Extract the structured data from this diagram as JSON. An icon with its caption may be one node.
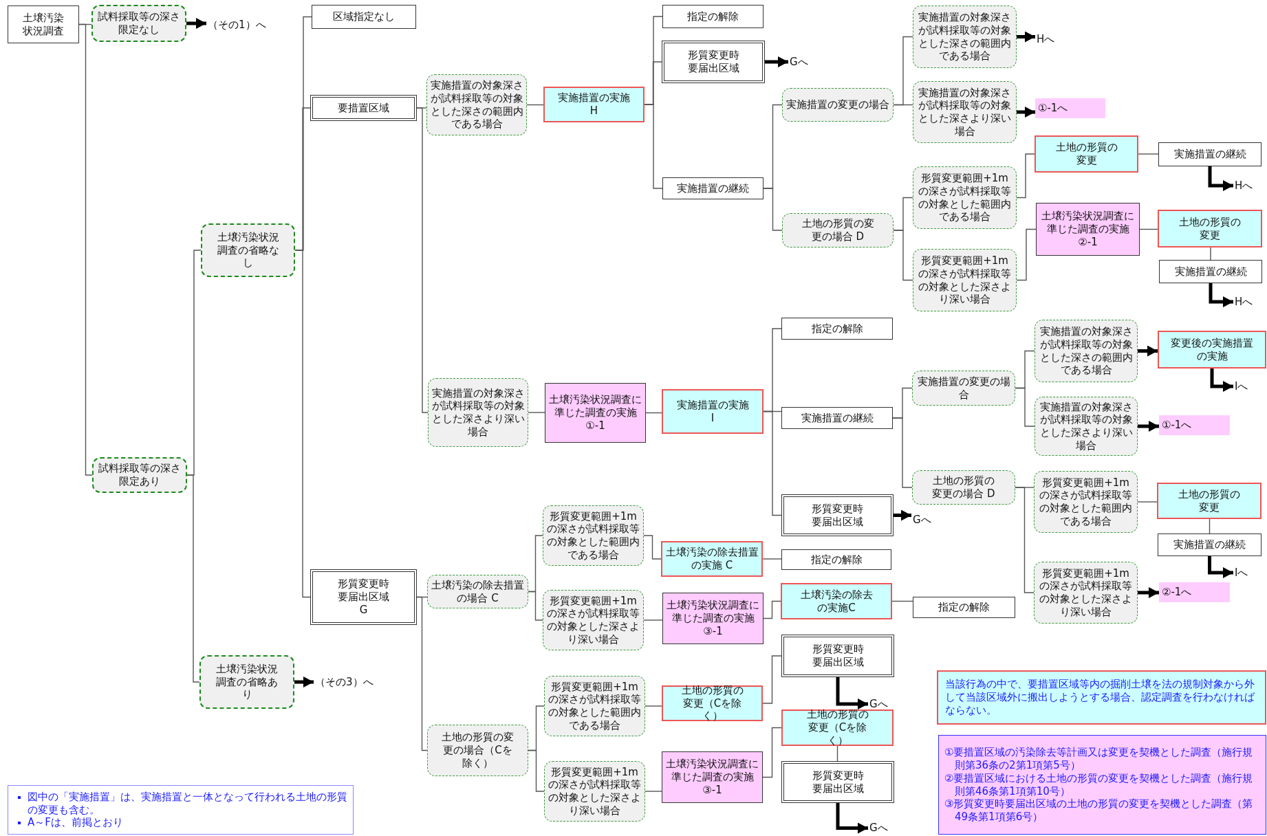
{
  "diagram": {
    "nodes": [
      {
        "text": [
          "土壌汚染状況調査"
        ]
      },
      {
        "text": [
          "試料採取等の深さ限定なし"
        ]
      },
      {
        "text": [
          "（その1）へ"
        ]
      },
      {
        "text": [
          "試料採取等の深さ限定あり"
        ]
      },
      {
        "text": [
          "土壌汚染状況調査の省略なし"
        ]
      },
      {
        "text": [
          "土壌汚染状況調査の省略あり"
        ]
      },
      {
        "text": [
          "（その3）へ"
        ]
      },
      {
        "text": [
          "区域指定なし"
        ]
      },
      {
        "text": [
          "要措置区域"
        ]
      },
      {
        "text": [
          "形質変更時要届出区域 G"
        ]
      },
      {
        "text": [
          "実施措置の対象深さが試料採取等の対象とした深さの範囲内である場合"
        ]
      },
      {
        "text": [
          "実施措置の対象深さが試料採取等の対象とした深さより深い場合"
        ]
      },
      {
        "text": [
          "実施措置の実施 H"
        ]
      },
      {
        "text": [
          "土壌汚染状況調査に準じた調査の実施 ①-1"
        ]
      },
      {
        "text": [
          "実施措置の実施 I"
        ]
      },
      {
        "text": [
          "指定の解除"
        ]
      },
      {
        "text": [
          "形質変更時要届出区域"
        ]
      },
      {
        "text": [
          "実施措置の継続"
        ]
      },
      {
        "text": [
          "実施措置の変更の場合"
        ]
      },
      {
        "text": [
          "土地の形質の変更の場合 D"
        ]
      },
      {
        "text": [
          "実施措置の対象深さが試料採取等の対象とした深さの範囲内である場合"
        ]
      },
      {
        "text": [
          "実施措置の対象深さが試料採取等の対象とした深さより深い場合"
        ]
      },
      {
        "text": [
          "Hへ"
        ]
      },
      {
        "text": [
          "①-1へ"
        ]
      },
      {
        "text": [
          "形質変更範囲+1mの深さが試料採取等の対象とした範囲内である場合"
        ]
      },
      {
        "text": [
          "形質変更範囲+1mの深さが試料採取等の対象とした深さより深い場合"
        ]
      },
      {
        "text": [
          "土地の形質の変更"
        ]
      },
      {
        "text": [
          "実施措置の継続"
        ]
      },
      {
        "text": [
          "Hへ"
        ]
      },
      {
        "text": [
          "土壌汚染状況調査に準じた調査の実施 ②-1"
        ]
      },
      {
        "text": [
          "土地の形質の変更"
        ]
      },
      {
        "text": [
          "実施措置の継続"
        ]
      },
      {
        "text": [
          "Hへ"
        ]
      },
      {
        "text": [
          "指定の解除"
        ]
      },
      {
        "text": [
          "実施措置の継続"
        ]
      },
      {
        "text": [
          "形質変更時要届出区域"
        ]
      },
      {
        "text": [
          "Gへ"
        ]
      },
      {
        "text": [
          "実施措置の変更の場合"
        ]
      },
      {
        "text": [
          "土地の形質の変更の場合 D"
        ]
      },
      {
        "text": [
          "実施措置の対象深さが試料採取等の対象とした深さの範囲内である場合"
        ]
      },
      {
        "text": [
          "実施措置の対象深さが試料採取等の対象とした深さより深い場合"
        ]
      },
      {
        "text": [
          "変更後の実施措置の実施"
        ]
      },
      {
        "text": [
          "Iへ"
        ]
      },
      {
        "text": [
          "①-1へ"
        ]
      },
      {
        "text": [
          "形質変更範囲+1mの深さが試料採取等の対象とした範囲内である場合"
        ]
      },
      {
        "text": [
          "形質変更範囲+1mの深さが試料採取等の対象とした深さより深い場合"
        ]
      },
      {
        "text": [
          "土地の形質の変更"
        ]
      },
      {
        "text": [
          "実施措置の継続"
        ]
      },
      {
        "text": [
          "Iへ"
        ]
      },
      {
        "text": [
          "②-1へ"
        ]
      },
      {
        "text": [
          "土壌汚染の除去措置の場合 C"
        ]
      },
      {
        "text": [
          "土地の形質の変更の場合（Cを除く）"
        ]
      },
      {
        "text": [
          "形質変更範囲+1mの深さが試料採取等の対象とした範囲内である場合"
        ]
      },
      {
        "text": [
          "形質変更範囲+1mの深さが試料採取等の対象とした深さより深い場合"
        ]
      },
      {
        "text": [
          "形質変更範囲+1mの深さが試料採取等の対象とした範囲内である場合"
        ]
      },
      {
        "text": [
          "形質変更範囲+1mの深さが試料採取等の対象とした深さより深い場合"
        ]
      },
      {
        "text": [
          "土壌汚染の除去措置の実施 C"
        ]
      },
      {
        "text": [
          "土壌汚染状況調査に準じた調査の実施 ③-1"
        ]
      },
      {
        "text": [
          "土地の形質の変更（Cを除く）"
        ]
      },
      {
        "text": [
          "土壌汚染状況調査に準じた調査の実施 ③-1"
        ]
      },
      {
        "text": [
          "指定の解除"
        ]
      },
      {
        "text": [
          "土壌汚染の除去の実施C"
        ]
      },
      {
        "text": [
          "指定の解除"
        ]
      },
      {
        "text": [
          "形質変更時要届出区域"
        ]
      },
      {
        "text": [
          "Gへ"
        ]
      },
      {
        "text": [
          "土地の形質の変更（Cを除く）"
        ]
      },
      {
        "text": [
          "形質変更時要届出区域"
        ]
      },
      {
        "text": [
          "Gへ"
        ]
      },
      {
        "text": [
          "Gへ"
        ]
      },
      {
        "text": [
          "当該行為の中で、要措置区域等内の掘削土壌を法の規制対象から外して当該区域外に搬出しようとする場合、認定調査を行わなければならない。"
        ]
      },
      {
        "text": [
          "①要措置区域の汚染除去等計画又は変更を契機とした調査（施行規則第36条の2第1項第5号）",
          "②要措置区域における土地の形質の変更を契機とした調査（施行規則第46条第1項第10号）",
          "③形質変更時要届出区域の土地の形質の変更を契機とした調査（第49条第1項第6号）"
        ]
      },
      {
        "text": [
          "図中の「実施措置」は、実施措置と一体となって行われる土地の形質の変更も含む。",
          "A～Fは、前掲とおり"
        ]
      }
    ],
    "edges": [
      {
        "from": 0,
        "to": 1,
        "arrow": "none"
      },
      {
        "from": 0,
        "to": 3,
        "arrow": "none"
      },
      {
        "from": 1,
        "to": 2,
        "arrow": "to",
        "style": "thick"
      },
      {
        "from": 3,
        "to": 4,
        "arrow": "none"
      },
      {
        "from": 3,
        "to": 5,
        "arrow": "none"
      },
      {
        "from": 5,
        "to": 6,
        "arrow": "to",
        "style": "thick"
      },
      {
        "from": 4,
        "to": 7,
        "arrow": "none"
      },
      {
        "from": 4,
        "to": 8,
        "arrow": "none"
      },
      {
        "from": 4,
        "to": 9,
        "arrow": "none"
      },
      {
        "from": 8,
        "to": 10,
        "arrow": "none"
      },
      {
        "from": 8,
        "to": 11,
        "arrow": "none"
      },
      {
        "from": 10,
        "to": 12,
        "arrow": "none"
      },
      {
        "from": 11,
        "to": 13,
        "arrow": "none"
      },
      {
        "from": 13,
        "to": 14,
        "arrow": "none"
      },
      {
        "from": 12,
        "to": 15,
        "arrow": "none"
      },
      {
        "from": 12,
        "to": 16,
        "arrow": "none"
      },
      {
        "from": 12,
        "to": 17,
        "arrow": "none"
      },
      {
        "from": 16,
        "to": 68,
        "arrow": "to",
        "style": "thick"
      },
      {
        "from": 17,
        "to": 18,
        "arrow": "none"
      },
      {
        "from": 17,
        "to": 19,
        "arrow": "none"
      },
      {
        "from": 18,
        "to": 20,
        "arrow": "none"
      },
      {
        "from": 18,
        "to": 21,
        "arrow": "none"
      },
      {
        "from": 20,
        "to": 22,
        "arrow": "to",
        "style": "thick"
      },
      {
        "from": 21,
        "to": 23,
        "arrow": "to",
        "style": "thick"
      },
      {
        "from": 19,
        "to": 24,
        "arrow": "none"
      },
      {
        "from": 19,
        "to": 25,
        "arrow": "none"
      },
      {
        "from": 24,
        "to": 26,
        "arrow": "none"
      },
      {
        "from": 25,
        "to": 29,
        "arrow": "none"
      },
      {
        "from": 26,
        "to": 27,
        "arrow": "none"
      },
      {
        "from": 27,
        "to": 28,
        "arrow": "to",
        "style": "thick"
      },
      {
        "from": 29,
        "to": 30,
        "arrow": "none"
      },
      {
        "from": 30,
        "to": 31,
        "arrow": "none"
      },
      {
        "from": 31,
        "to": 32,
        "arrow": "to",
        "style": "thick"
      },
      {
        "from": 14,
        "to": 33,
        "arrow": "none"
      },
      {
        "from": 14,
        "to": 34,
        "arrow": "none"
      },
      {
        "from": 14,
        "to": 35,
        "arrow": "none"
      },
      {
        "from": 35,
        "to": 36,
        "arrow": "to",
        "style": "thick"
      },
      {
        "from": 34,
        "to": 37,
        "arrow": "none"
      },
      {
        "from": 34,
        "to": 38,
        "arrow": "none"
      },
      {
        "from": 37,
        "to": 39,
        "arrow": "none"
      },
      {
        "from": 37,
        "to": 40,
        "arrow": "none"
      },
      {
        "from": 39,
        "to": 41,
        "arrow": "to",
        "style": "thick"
      },
      {
        "from": 40,
        "to": 43,
        "arrow": "to",
        "style": "thick"
      },
      {
        "from": 41,
        "to": 42,
        "arrow": "to",
        "style": "thick"
      },
      {
        "from": 38,
        "to": 44,
        "arrow": "none"
      },
      {
        "from": 38,
        "to": 45,
        "arrow": "none"
      },
      {
        "from": 44,
        "to": 46,
        "arrow": "none"
      },
      {
        "from": 46,
        "to": 47,
        "arrow": "none"
      },
      {
        "from": 47,
        "to": 48,
        "arrow": "to",
        "style": "thick"
      },
      {
        "from": 45,
        "to": 49,
        "arrow": "to",
        "style": "thick"
      },
      {
        "from": 9,
        "to": 50,
        "arrow": "none"
      },
      {
        "from": 9,
        "to": 51,
        "arrow": "none"
      },
      {
        "from": 50,
        "to": 52,
        "arrow": "none"
      },
      {
        "from": 50,
        "to": 53,
        "arrow": "none"
      },
      {
        "from": 52,
        "to": 56,
        "arrow": "none"
      },
      {
        "from": 53,
        "to": 57,
        "arrow": "none"
      },
      {
        "from": 51,
        "to": 54,
        "arrow": "none"
      },
      {
        "from": 51,
        "to": 55,
        "arrow": "none"
      },
      {
        "from": 54,
        "to": 58,
        "arrow": "none"
      },
      {
        "from": 55,
        "to": 59,
        "arrow": "none"
      },
      {
        "from": 56,
        "to": 60,
        "arrow": "none"
      },
      {
        "from": 57,
        "to": 61,
        "arrow": "none"
      },
      {
        "from": 61,
        "to": 62,
        "arrow": "none"
      },
      {
        "from": 58,
        "to": 63,
        "arrow": "none"
      },
      {
        "from": 59,
        "to": 65,
        "arrow": "none"
      },
      {
        "from": 65,
        "to": 66,
        "arrow": "none"
      },
      {
        "from": 63,
        "to": 64,
        "arrow": "to",
        "style": "thick"
      },
      {
        "from": 66,
        "to": 67,
        "arrow": "to",
        "style": "thick"
      }
    ]
  }
}
